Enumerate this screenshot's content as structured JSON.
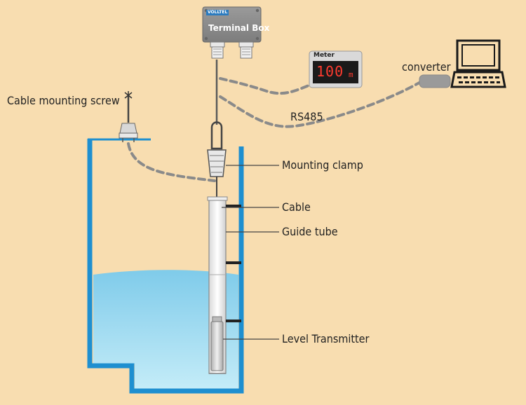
{
  "terminal_box": {
    "brand": "VOLLTEL",
    "title": "Terminal Box"
  },
  "meter": {
    "title": "Meter",
    "value": "100",
    "unit": "m"
  },
  "labels": {
    "converter": "converter",
    "rs485": "RS485",
    "cable_mounting_screw": "Cable mounting screw",
    "mounting_clamp": "Mounting clamp",
    "cable": "Cable",
    "guide_tube": "Guide tube",
    "level_transmitter": "Level Transmitter"
  },
  "colors": {
    "background": "#f8ddb0",
    "tank_wall": "#1e8fd0",
    "water": "#9ad8f0",
    "dashed_link": "#8a8a8a",
    "meter_digits": "#ff3b2f"
  }
}
